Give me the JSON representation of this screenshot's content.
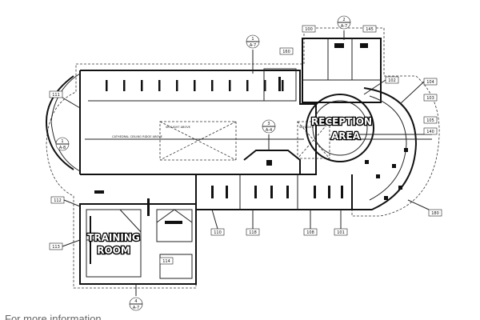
{
  "room_labels": {
    "reception": [
      "RECEPTION",
      "AREA"
    ],
    "training": [
      "TRAINING",
      "ROOM"
    ]
  },
  "plan_text": {
    "cathedral": "CATHEDRAL CEILING RIDGE ABOVE",
    "skylight_left": "SKYLIGHT ABOVE",
    "skylight_right": "SKYLIGHT"
  },
  "section_markers": [
    {
      "id": "m1",
      "num": "1",
      "sheet": "A-7"
    },
    {
      "id": "m2",
      "num": "2",
      "sheet": "A-7"
    },
    {
      "id": "m3",
      "num": "3",
      "sheet": "A-4"
    },
    {
      "id": "m4",
      "num": "1",
      "sheet": "A-8"
    },
    {
      "id": "m5",
      "num": "4",
      "sheet": "A-7"
    }
  ],
  "room_tags": [
    {
      "id": "t100",
      "num": "100"
    },
    {
      "id": "t145",
      "num": "145"
    },
    {
      "id": "t102",
      "num": "102"
    },
    {
      "id": "t104",
      "num": "104"
    },
    {
      "id": "t103",
      "num": "103"
    },
    {
      "id": "t111",
      "num": "111"
    },
    {
      "id": "t160",
      "num": "160"
    },
    {
      "id": "t112",
      "num": "112"
    },
    {
      "id": "t118",
      "num": "118"
    },
    {
      "id": "t108",
      "num": "108"
    },
    {
      "id": "t101",
      "num": "101"
    },
    {
      "id": "t110",
      "num": "110"
    },
    {
      "id": "t114",
      "num": "114"
    },
    {
      "id": "t113",
      "num": "113"
    },
    {
      "id": "t105",
      "num": "105"
    },
    {
      "id": "t140",
      "num": "140"
    },
    {
      "id": "t180",
      "num": "180"
    }
  ],
  "footer": "For more information"
}
